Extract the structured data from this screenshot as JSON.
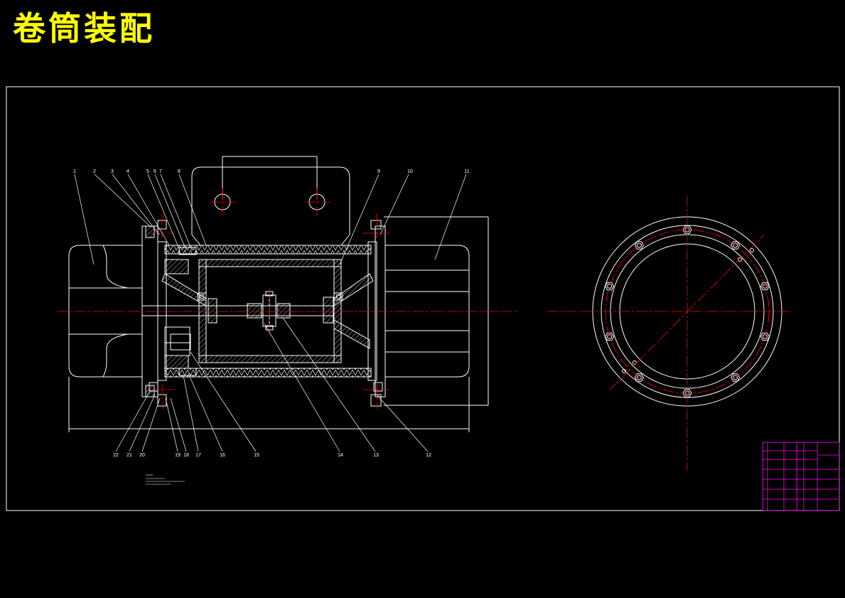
{
  "title": "卷筒装配",
  "colors": {
    "background": "#000000",
    "title": "#ffff00",
    "outline": "#ffffff",
    "centerline": "#ff0000",
    "table": "#ff00ff"
  },
  "callouts": [
    {
      "id": "1",
      "label": "1"
    },
    {
      "id": "2",
      "label": "2"
    },
    {
      "id": "3",
      "label": "3"
    },
    {
      "id": "4",
      "label": "4"
    },
    {
      "id": "5",
      "label": "5"
    },
    {
      "id": "6",
      "label": "6"
    },
    {
      "id": "7",
      "label": "7"
    },
    {
      "id": "8",
      "label": "8"
    },
    {
      "id": "9",
      "label": "9"
    },
    {
      "id": "10",
      "label": "10"
    },
    {
      "id": "11",
      "label": "11"
    },
    {
      "id": "12",
      "label": "12"
    },
    {
      "id": "13",
      "label": "13"
    },
    {
      "id": "14",
      "label": "14"
    },
    {
      "id": "15",
      "label": "15"
    },
    {
      "id": "16",
      "label": "16"
    },
    {
      "id": "17",
      "label": "17"
    },
    {
      "id": "18",
      "label": "18"
    },
    {
      "id": "19",
      "label": "19"
    },
    {
      "id": "20",
      "label": "20"
    },
    {
      "id": "21",
      "label": "21"
    },
    {
      "id": "22",
      "label": "22"
    }
  ]
}
